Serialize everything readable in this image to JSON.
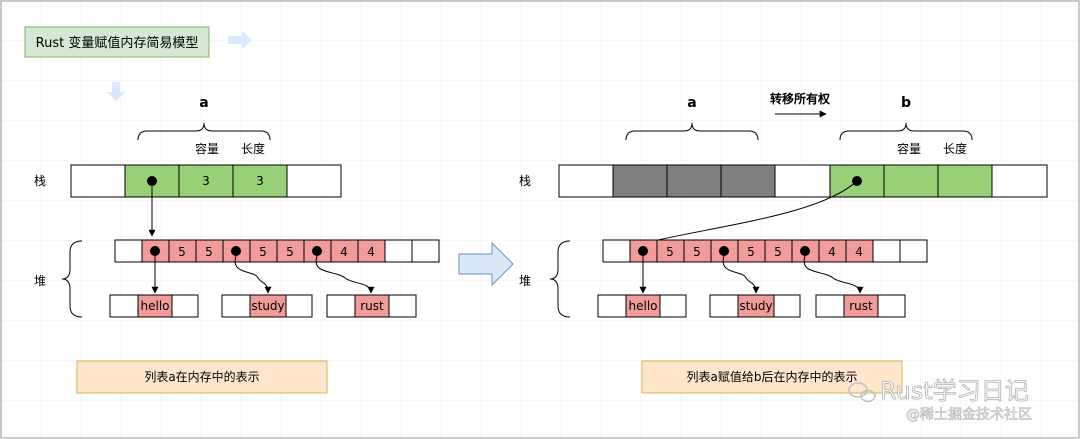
{
  "title": "Rust 变量赋值内存简易模型",
  "left": {
    "var_label": "a",
    "capacity_label": "容量",
    "length_label": "长度",
    "stack_label": "栈",
    "heap_label": "堆",
    "stack_values": [
      "3",
      "3"
    ],
    "heap_values": [
      "5",
      "5",
      "5",
      "5",
      "4",
      "4"
    ],
    "strings": [
      "hello",
      "study",
      "rust"
    ],
    "caption": "列表a在内存中的表示"
  },
  "right": {
    "var_a_label": "a",
    "var_b_label": "b",
    "transfer_label": "转移所有权",
    "capacity_label": "容量",
    "length_label": "长度",
    "stack_label": "栈",
    "heap_label": "堆",
    "heap_values": [
      "5",
      "5",
      "5",
      "5",
      "4",
      "4"
    ],
    "strings": [
      "hello",
      "study",
      "rust"
    ],
    "caption": "列表a赋值给b后在内存中的表示"
  },
  "watermark": {
    "line1": "Rust学习日记",
    "line2": "@稀土掘金技术社区"
  },
  "colors": {
    "green": "#97d077",
    "red": "#f19c99",
    "gray": "#808080",
    "title_bg": "#d5e8d4",
    "caption_bg": "#ffe6cc",
    "arrow_fill": "#dae8fc"
  }
}
